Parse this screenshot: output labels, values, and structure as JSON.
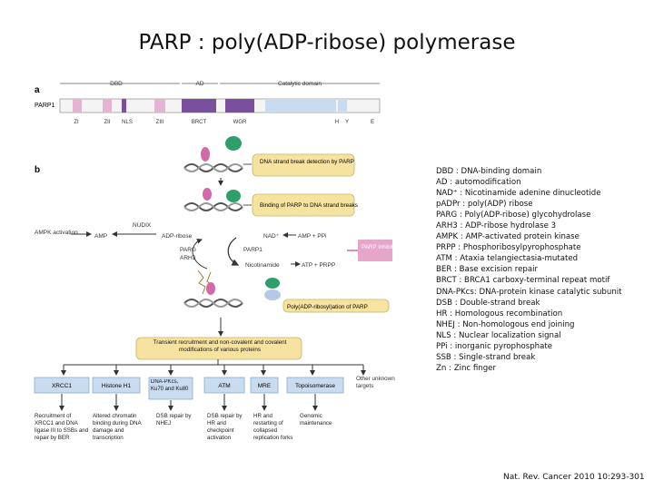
{
  "title": "PARP : poly(ADP-ribose) polymerase",
  "panel_a": {
    "label": "a",
    "protein": "PARP1",
    "domain_headers": [
      "DBD",
      "AD",
      "Catalytic domain"
    ],
    "domain_labels": [
      "ZI",
      "ZII",
      "NLS",
      "ZIII",
      "BRCT",
      "WGR",
      "H",
      "Y",
      "E"
    ]
  },
  "panel_b": {
    "label": "b",
    "steps": [
      "DNA strand break detection by PARP",
      "Binding of PARP to DNA strand breaks",
      "Poly(ADP-ribosyl)ation of PARP"
    ],
    "cycle": {
      "ampk": "AMPK activation",
      "amp": "AMP",
      "nudix": "NUDIX",
      "adp_ribose": "ADP-ribose",
      "parg": "PARG",
      "arh3": "ARH3",
      "nad": "NAD⁺",
      "amp_ppi": "AMP + PPi",
      "parp1": "PARP1",
      "nicotinamide": "Nicotinamide",
      "atp_prpp": "ATP + PRPP",
      "parp_inhibitors": "PARP inhibitors"
    },
    "recruitment": "Transient recruitment and non-covalent and covalent modifications of various proteins",
    "targets": [
      "XRCC1",
      "Histone H1",
      "DNA-PKcs, Ku70 and Ku80",
      "ATM",
      "MRE",
      "Topoisomerase"
    ],
    "other_targets": "Other unknown targets",
    "outcomes": [
      "Recruitment of XRCC1 and DNA ligase III to SSBs and repair by BER",
      "Altered chromatin binding during DNA damage and transcription",
      "DSB repair by NHEJ",
      "DSB repair by HR and checkpoint activation",
      "HR and restarting of collapsed replication forks",
      "Genomic maintenance"
    ]
  },
  "abbreviations": [
    "DBD : DNA-binding domain",
    "AD : automodification",
    "NAD⁺ : Nicotinamide adenine dinucleotide",
    "pADPr : poly(ADP) ribose",
    "PARG : Poly(ADP-ribose) glycohydrolase",
    "ARH3 : ADP-ribose hydrolase 3",
    "AMPK : AMP-activated protein kinase",
    "PRPP : Phosphoribosylpyrophosphate",
    "ATM : Ataxia telangiectasia-mutated",
    "BER : Base excision repair",
    "BRCT : BRCA1 carboxy-terminal repeat motif",
    "DNA-PKcs: DNA-protein kinase catalytic subunit",
    "DSB : Double-strand break",
    "HR : Homologous recombination",
    "NHEJ : Non-homologous end joining",
    "NLS : Nuclear localization signal",
    "PPi : inorganic pyrophosphate",
    "SSB : Single-strand break",
    "Zn : Zinc finger"
  ],
  "citation": "Nat. Rev. Cancer 2010 10:293-301",
  "colors": {
    "yellow_box": "#f7e3a0",
    "blue_box": "#c9dcef",
    "purple_domain": "#7a4f9e",
    "pink_domain": "#e7b3d3",
    "green_blob": "#2e9e6a",
    "parp_pink": "#d46aa5",
    "inhibitor_pink": "#e6a6c9"
  }
}
